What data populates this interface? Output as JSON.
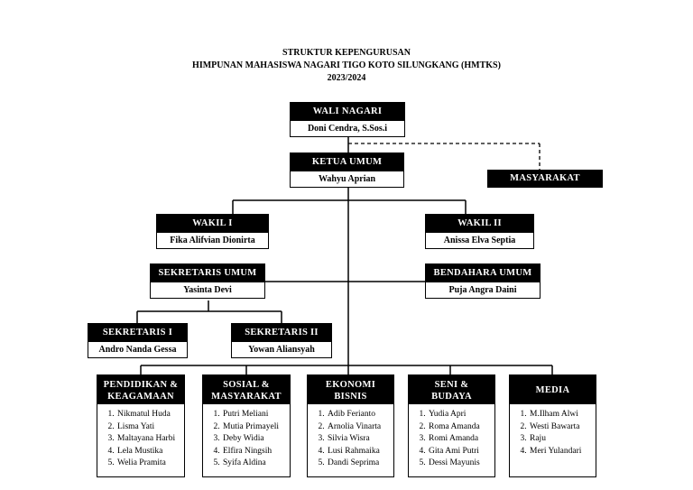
{
  "title": {
    "line1": "STRUKTUR KEPENGURUSAN",
    "line2": "HIMPUNAN MAHASISWA NAGARI TIGO KOTO SILUNGKANG (HMTKS)",
    "line3": "2023/2024"
  },
  "wali_nagari": {
    "title": "WALI NAGARI",
    "name": "Doni Cendra, S.Sos.i"
  },
  "masyarakat": {
    "title": "MASYARAKAT"
  },
  "ketua_umum": {
    "title": "KETUA UMUM",
    "name": "Wahyu Aprian"
  },
  "wakil_1": {
    "title": "WAKIL I",
    "name": "Fika Alifvian Dionirta"
  },
  "wakil_2": {
    "title": "WAKIL II",
    "name": "Anissa Elva Septia"
  },
  "sekretaris_umum": {
    "title": "SEKRETARIS UMUM",
    "name": "Yasinta Devi"
  },
  "bendahara_umum": {
    "title": "BENDAHARA UMUM",
    "name": "Puja Angra Daini"
  },
  "sekretaris_1": {
    "title": "SEKRETARIS I",
    "name": "Andro Nanda Gessa"
  },
  "sekretaris_2": {
    "title": "SEKRETARIS II",
    "name": "Yowan Aliansyah"
  },
  "departments": [
    {
      "line1": "PENDIDIKAN &",
      "line2": "KEAGAMAAN",
      "members": [
        "Nikmatul Huda",
        "Lisma Yati",
        "Maltayana Harbi",
        "Lela Mustika",
        "Welia Pramita"
      ]
    },
    {
      "line1": "SOSIAL &",
      "line2": "MASYARAKAT",
      "members": [
        "Putri Meliani",
        "Mutia Primayeli",
        "Deby Widia",
        "Elfira Ningsih",
        "Syifa Aldina"
      ]
    },
    {
      "line1": "EKONOMI",
      "line2": "BISNIS",
      "members": [
        "Adib Ferianto",
        "Arnolia Vinarta",
        "Silvia Wisra",
        "Lusi Rahmaika",
        "Dandi Seprima"
      ]
    },
    {
      "line1": "SENI &",
      "line2": "BUDAYA",
      "members": [
        "Yudia Apri",
        "Roma Amanda",
        "Romi Amanda",
        "Gita Ami Putri",
        "Dessi Mayunis"
      ]
    },
    {
      "line1": "MEDIA",
      "line2": "",
      "members": [
        "M.Ilham Alwi",
        "Westi Bawarta",
        "Raju",
        "Meri Yulandari"
      ]
    }
  ]
}
